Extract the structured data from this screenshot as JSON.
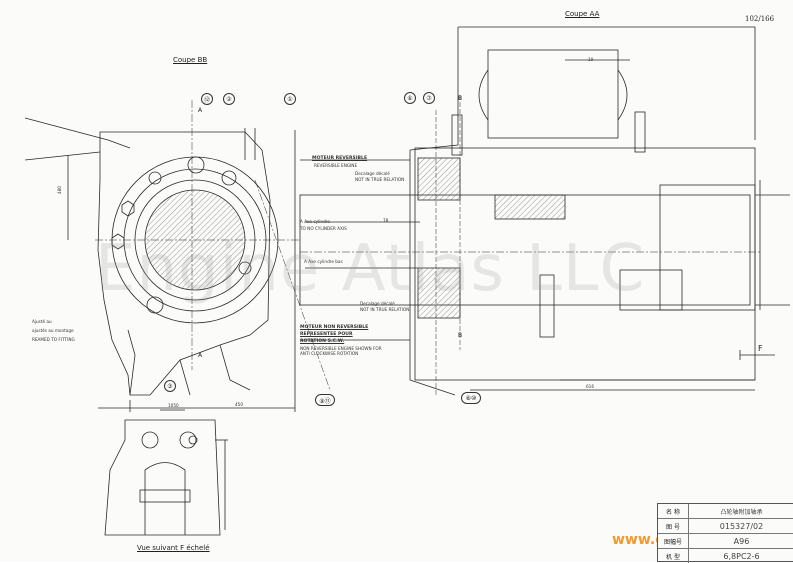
{
  "page_number": "102/166",
  "sections": {
    "aa": "Coupe AA",
    "bb": "Coupe BB",
    "view_f": "Vue suivant F échelé"
  },
  "markers": {
    "a_top": "A",
    "a_bottom": "A",
    "b_top": "B",
    "b_bottom": "B",
    "f": "F"
  },
  "callouts": {
    "c12": "⑫",
    "c2": "②",
    "c1": "①",
    "c6": "⑥",
    "c7": "⑦",
    "c3": "③",
    "c9_11": "⑨⑪",
    "c8_10": "⑧⑩"
  },
  "notes": {
    "motor_reversible": "MOTEUR REVERSIBLE",
    "reversible_engine": "REVERSIBLE ENGINE",
    "decalage_1": "Decalage décalé",
    "not_true_relation_1": "NOT IN TRUE RELATION",
    "axe_cylindre": "A Axe cylindre",
    "cylinder_axis": "TO NO CYLINDER AXIS",
    "axe_cylindre_bis": "A Axe cylindre bas",
    "decalage_2": "Decalage décalé",
    "not_true_relation_2": "NOT IN TRUE RELATION",
    "motor_non_reversible": "MOTEUR NON REVERSIBLE",
    "representee": "REPRESENTEE POUR",
    "rotation": "ROTATION S.C.W.",
    "non_reversible_en": "NON REVERSIBLE ENGINE SHOWN FOR",
    "anti_clockwise": "ANTI CLOCKWISE ROTATION",
    "ajuste": "Ajusté au",
    "ajuste_montage": "ajustés au montage",
    "reamed": "REAMED TO FITTING"
  },
  "dimensions": {
    "d10": "10",
    "d78": "78",
    "d450": "450",
    "d480": "480",
    "d1050": "1050",
    "d616": "616"
  },
  "watermark": "Engine Atlas LLC",
  "website": "www.globalshpes.net",
  "title_block": {
    "rows": [
      {
        "label": "名 称",
        "value": "凸轮轴附加轴承"
      },
      {
        "label": "图 号",
        "value": "015327/02"
      },
      {
        "label": "图幅号",
        "value": "A96"
      },
      {
        "label": "机 型",
        "value": "6,8PC2-6"
      }
    ]
  },
  "colors": {
    "line": "#2a2a2a",
    "hatch": "#555555",
    "watermark": "#969696",
    "site": "#f39a2e"
  }
}
